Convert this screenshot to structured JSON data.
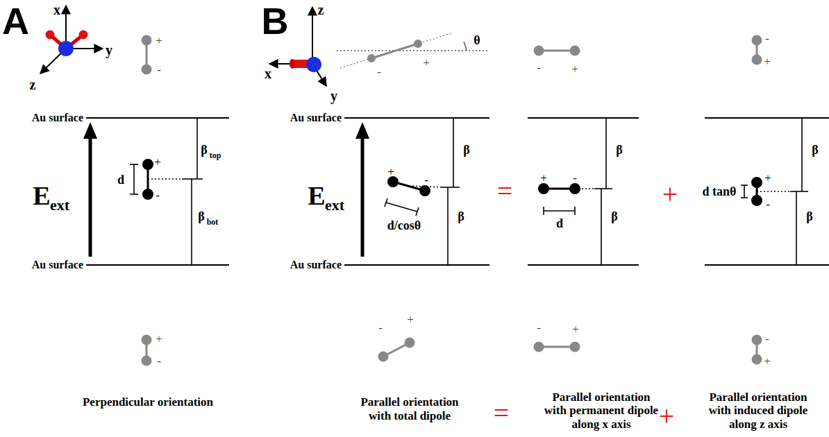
{
  "diagram": {
    "labels": [
      "A",
      "x",
      "y",
      "z",
      "+",
      "-",
      "Au surface",
      "Au surface",
      "E",
      "ext",
      "d",
      "+",
      "-",
      "β",
      "top",
      "β",
      "bot",
      "+",
      "-",
      "Perpendicular orientation",
      "B",
      "z",
      "x",
      "y",
      "θ",
      "-",
      "+",
      "-",
      "+",
      "-",
      "+",
      "Au surface",
      "Au surface",
      "E",
      "ext",
      "+",
      "-",
      "d/cosθ",
      "β",
      "β",
      "=",
      "+",
      "-",
      "d",
      "β",
      "β",
      "+",
      "d tanθ",
      "+",
      "-",
      "β",
      "β",
      "-",
      "+",
      "-",
      "+",
      "-",
      "+",
      "Parallel orientation with total dipole",
      "=",
      "Parallel orientation with permanent dipole along x axis",
      "+",
      "Parallel orientation with induced dipole along z axis"
    ]
  }
}
